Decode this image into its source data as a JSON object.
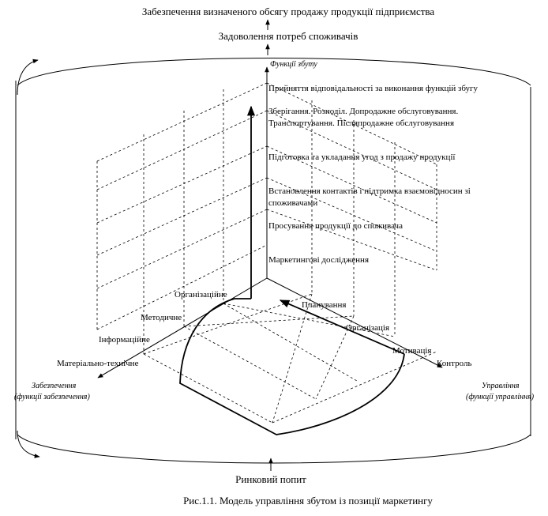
{
  "header": {
    "goal": "Забезпечення визначеного обсягу продажу продукції підприємства",
    "needs": "Задоволення потреб споживачів"
  },
  "vertical_axis": {
    "label": "Функції збуту",
    "functions": [
      "Прийняття відповідальності за виконання функцій збугу",
      "Зберігання. Розподіл. Допродажне обслуговування.",
      "Транспортування. Післяпродажне обслуговування",
      "Підготовка та укладання угод з продажу продукції",
      "Встановлення контактів і підтримка взаємовідносин зі",
      "споживачами",
      "Просування продукції до споживача",
      "Маркетингові дослідження"
    ]
  },
  "left_axis": {
    "label_line1": "Забезпечення",
    "label_line2": "(функції забезпечення)",
    "items": [
      "Матеріально-технічне",
      "Інформаційне",
      "Методичне",
      "Організаційне"
    ]
  },
  "right_axis": {
    "label_line1": "Управління",
    "label_line2": "(функції управління)",
    "items": [
      "Планування",
      "Організація",
      "Мотивація",
      "Контроль"
    ]
  },
  "bottom": {
    "demand": "Ринковий попит",
    "caption": "Рис.1.1. Модель управління збутом із позиції маркетингу"
  }
}
